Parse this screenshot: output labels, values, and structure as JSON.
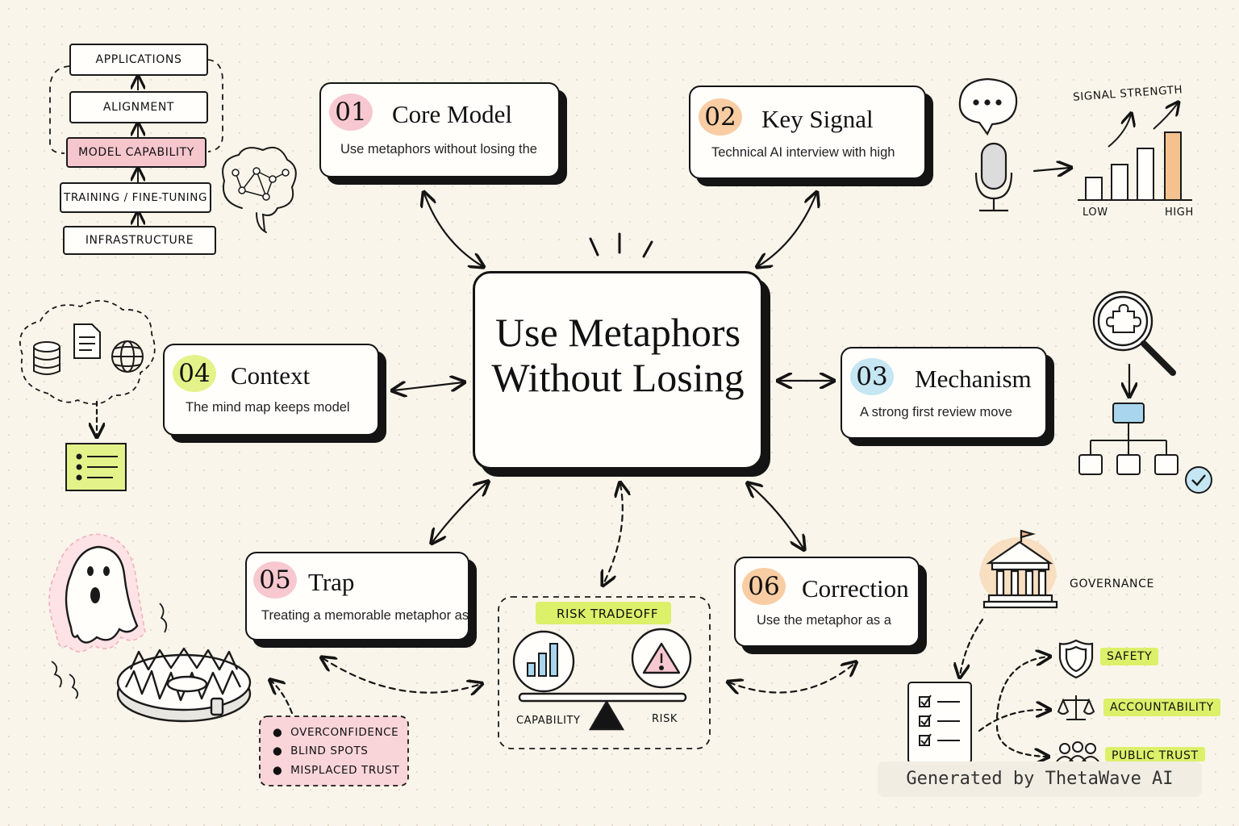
{
  "center": {
    "line1": "Use Metaphors",
    "line2": "Without Losing"
  },
  "cards": [
    {
      "num": "01",
      "title": "Core Model",
      "desc": "Use metaphors without losing the"
    },
    {
      "num": "02",
      "title": "Key Signal",
      "desc": "Technical AI interview with high"
    },
    {
      "num": "03",
      "title": "Mechanism",
      "desc": "A strong first review move"
    },
    {
      "num": "04",
      "title": "Context",
      "desc": "The mind map keeps model"
    },
    {
      "num": "05",
      "title": "Trap",
      "desc": "Treating a memorable metaphor as"
    },
    {
      "num": "06",
      "title": "Correction",
      "desc": "Use the metaphor as a"
    }
  ],
  "stack": [
    "APPLICATIONS",
    "ALIGNMENT",
    "MODEL CAPABILITY",
    "TRAINING / FINE-TUNING",
    "INFRASTRUCTURE"
  ],
  "signal": {
    "title": "SIGNAL STRENGTH",
    "low": "LOW",
    "high": "HIGH"
  },
  "risk": {
    "title": "RISK TRADEOFF",
    "left": "CAPABILITY",
    "right": "RISK"
  },
  "trap_list": [
    "OVERCONFIDENCE",
    "BLIND SPOTS",
    "MISPLACED TRUST"
  ],
  "governance": {
    "title": "GOVERNANCE",
    "items": [
      "SAFETY",
      "ACCOUNTABILITY",
      "PUBLIC TRUST"
    ]
  },
  "watermark": "Generated by ThetaWave AI",
  "colors": {
    "badge_pink": "#f7c8cf",
    "badge_orange": "#f8cda3",
    "badge_blue": "#c5e6f3",
    "badge_green": "#e4f28a",
    "highlight_green": "#dcf06a",
    "capability_pink": "#f6c6cd",
    "trap_pink": "#f9d5da",
    "tree_blue": "#a9d6ee",
    "bar_orange": "#f5c18f"
  },
  "icons": [
    "brain-network-icon",
    "speech-bubble-icon",
    "microphone-icon",
    "bar-chart-icon",
    "puzzle-magnifier-icon",
    "hierarchy-tree-icon",
    "check-circle-icon",
    "cloud-data-icon",
    "database-icon",
    "document-icon",
    "globe-icon",
    "notes-list-icon",
    "ghost-icon",
    "bear-trap-icon",
    "scale-icon",
    "warning-icon",
    "bank-building-icon",
    "checklist-icon",
    "shield-icon",
    "justice-scale-icon",
    "people-icon"
  ]
}
